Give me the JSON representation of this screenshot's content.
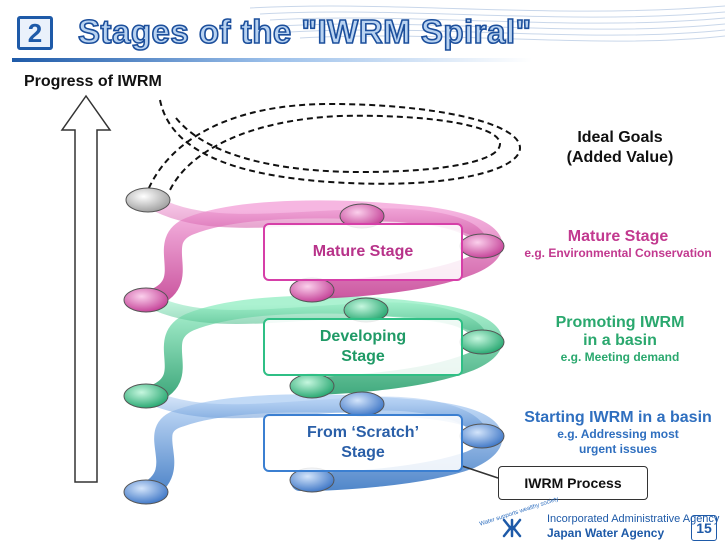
{
  "header": {
    "number": "2",
    "title": "Stages of the \"IWRM Spiral\""
  },
  "axis": {
    "label": "Progress of IWRM"
  },
  "goals": {
    "line1": "Ideal Goals",
    "line2": "(Added Value)"
  },
  "stages": [
    {
      "box_label": "Mature Stage",
      "side_title": "Mature Stage",
      "side_example": "e.g. Environmental Conservation",
      "color": "#d63fa8"
    },
    {
      "box_label": "Developing\nStage",
      "side_title_line1": "Promoting IWRM",
      "side_title_line2": "in a basin",
      "side_example": "e.g. Meeting demand",
      "color": "#2fbf85"
    },
    {
      "box_label": "From ‘Scratch’\nStage",
      "side_title": "Starting IWRM in a basin",
      "side_example_line1": "e.g. Addressing most",
      "side_example_line2": "urgent issues",
      "color": "#3b7fd1"
    }
  ],
  "process": {
    "label": "IWRM Process"
  },
  "footer": {
    "slogan": "Water supports wealthy society",
    "agency_line1": "Incorporated Administrative Agency",
    "agency_line2": "Japan Water Agency",
    "page": "15"
  }
}
